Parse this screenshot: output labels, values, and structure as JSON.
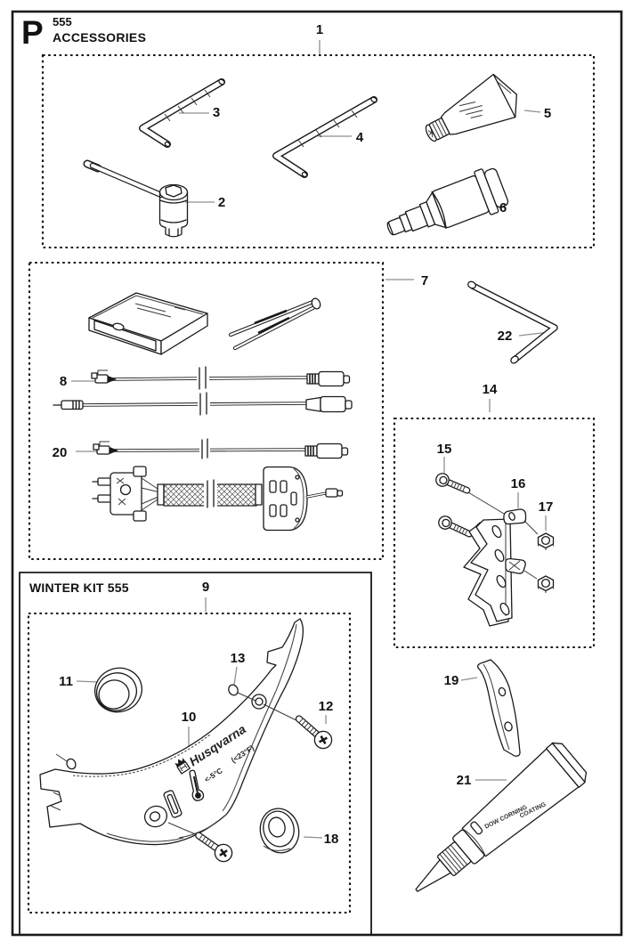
{
  "header": {
    "section_letter": "P",
    "model_number": "555",
    "page_title": "ACCESSORIES"
  },
  "winter_kit": {
    "title": "WINTER KIT 555"
  },
  "callouts": {
    "c1": "1",
    "c2": "2",
    "c3": "3",
    "c4": "4",
    "c5": "5",
    "c6": "6",
    "c7": "7",
    "c8": "8",
    "c9": "9",
    "c10": "10",
    "c11": "11",
    "c12": "12",
    "c13": "13",
    "c14": "14",
    "c15": "15",
    "c16": "16",
    "c17": "17",
    "c18": "18",
    "c19": "19",
    "c20": "20",
    "c21": "21",
    "c22": "22"
  },
  "artwork_text": {
    "brand": "Husqvarna",
    "temp_celsius": "<-5°C",
    "temp_fahrenheit": "(<23°F)",
    "tube_brand": "DOW CORNING",
    "tube_line2": "COATING"
  },
  "colors": {
    "line": "#1a1a1a",
    "leader_line": "#8f8f8f",
    "background": "#ffffff"
  }
}
